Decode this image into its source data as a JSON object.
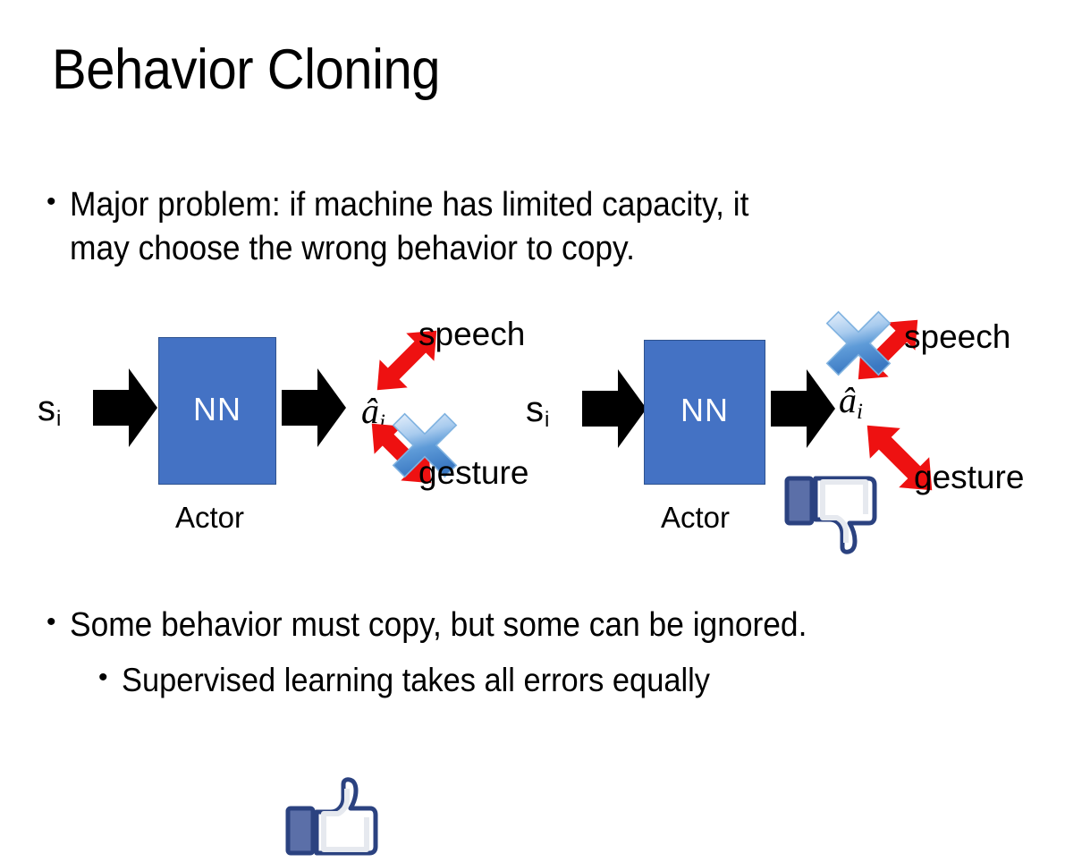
{
  "slide": {
    "title": "Behavior Cloning",
    "background_color": "#FFFFFF",
    "bullets": [
      {
        "marker": "•",
        "text": "Major problem: if machine has limited capacity, it\nmay choose the wrong behavior to copy."
      },
      {
        "marker": "•",
        "text": "Some behavior must copy, but some can be ignored."
      },
      {
        "marker": "•",
        "text": "Supervised learning takes all errors equally"
      }
    ]
  },
  "colors": {
    "nn_box_fill": "#4472C4",
    "nn_box_border": "#2E528F",
    "black_arrow": "#000000",
    "red_arrow": "#EE1111",
    "blue_x_light": "#CFE2F8",
    "blue_x_mid": "#6FA8DC",
    "blue_x_dark": "#3A78C2",
    "thumb_outline": "#3B5998",
    "thumb_fill": "#FFFFFF",
    "thumb_cuff": "#5B6FA8",
    "text": "#000000"
  },
  "diagrams": [
    {
      "id": "left",
      "input_label": "s",
      "input_subscript": "i",
      "box_label": "NN",
      "box_caption": "Actor",
      "output_label": "â",
      "output_subscript": "i",
      "branches": [
        {
          "name": "speech",
          "label": "speech",
          "direction": "up-right",
          "crossed_out": false
        },
        {
          "name": "gesture",
          "label": "gesture",
          "direction": "down-right",
          "crossed_out": true
        }
      ],
      "feedback_icon": "thumbs-up-icon",
      "feedback_value": "positive"
    },
    {
      "id": "right",
      "input_label": "s",
      "input_subscript": "i",
      "box_label": "NN",
      "box_caption": "Actor",
      "output_label": "â",
      "output_subscript": "i",
      "branches": [
        {
          "name": "speech",
          "label": "speech",
          "direction": "up-right",
          "crossed_out": true
        },
        {
          "name": "gesture",
          "label": "gesture",
          "direction": "down-right",
          "crossed_out": false
        }
      ],
      "feedback_icon": "thumbs-down-icon",
      "feedback_value": "negative"
    }
  ]
}
